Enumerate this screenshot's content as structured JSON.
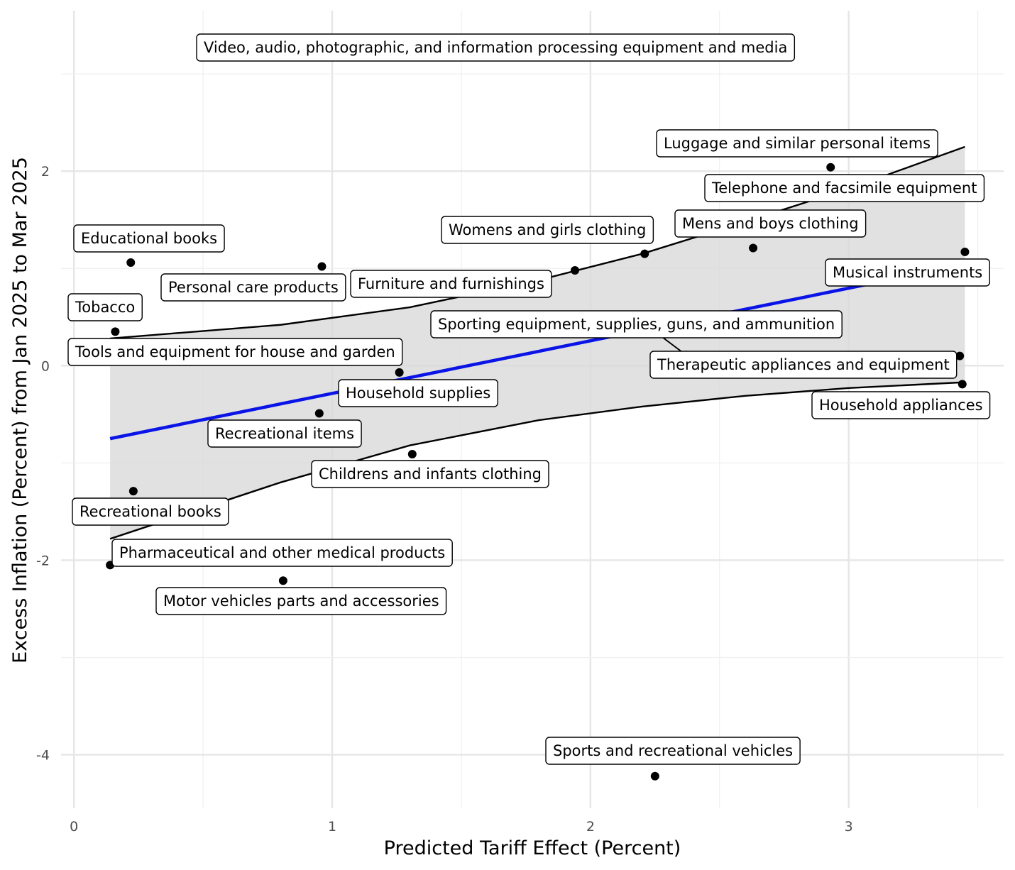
{
  "chart_data": {
    "type": "scatter",
    "xlabel": "Predicted Tariff Effect (Percent)",
    "ylabel": "Excess Inflation (Percent) from Jan 2025 to Mar 2025",
    "xlim": [
      -0.05,
      3.6
    ],
    "ylim": [
      -4.55,
      3.65
    ],
    "x_ticks": [
      0,
      1,
      2,
      3
    ],
    "y_ticks": [
      -4,
      -2,
      0,
      2
    ],
    "grid": true,
    "points": [
      {
        "label": "Video, audio, photographic, and information processing equipment and media",
        "x": 2.7,
        "y": 3.27
      },
      {
        "label": "Luggage and similar personal items",
        "x": 2.93,
        "y": 2.04
      },
      {
        "label": "Telephone and facsimile equipment",
        "x": 3.3,
        "y": 1.91
      },
      {
        "label": "Educational books",
        "x": 0.22,
        "y": 1.06
      },
      {
        "label": "Personal care products",
        "x": 0.96,
        "y": 1.02
      },
      {
        "label": "Womens and girls clothing",
        "x": 2.21,
        "y": 1.15
      },
      {
        "label": "Mens and boys clothing",
        "x": 2.63,
        "y": 1.21
      },
      {
        "label": "Musical instruments",
        "x": 3.45,
        "y": 1.17
      },
      {
        "label": "Furniture and furnishings",
        "x": 1.94,
        "y": 0.98
      },
      {
        "label": "Tobacco",
        "x": 0.16,
        "y": 0.35
      },
      {
        "label": "Tools and equipment for house and garden",
        "x": 1.19,
        "y": 0.17
      },
      {
        "label": "Sporting equipment, supplies, guns, and ammunition",
        "x": 2.37,
        "y": 0.11
      },
      {
        "label": "Therapeutic appliances and equipment",
        "x": 3.43,
        "y": 0.1
      },
      {
        "label": "Household supplies",
        "x": 1.26,
        "y": -0.07
      },
      {
        "label": "Household appliances",
        "x": 3.44,
        "y": -0.19
      },
      {
        "label": "Recreational items",
        "x": 0.95,
        "y": -0.49
      },
      {
        "label": "Childrens and infants clothing",
        "x": 1.31,
        "y": -0.91
      },
      {
        "label": "Recreational books",
        "x": 0.23,
        "y": -1.29
      },
      {
        "label": "Pharmaceutical and other medical products",
        "x": 0.14,
        "y": -2.05
      },
      {
        "label": "Motor vehicles parts and accessories",
        "x": 0.81,
        "y": -2.21
      },
      {
        "label": "Sports and recreational vehicles",
        "x": 2.25,
        "y": -4.22
      }
    ],
    "trend": {
      "fit": [
        [
          0.14,
          -0.75
        ],
        [
          3.45,
          1.04
        ]
      ],
      "upper": [
        [
          0.14,
          0.28
        ],
        [
          0.8,
          0.42
        ],
        [
          1.3,
          0.6
        ],
        [
          1.8,
          0.88
        ],
        [
          2.2,
          1.15
        ],
        [
          2.6,
          1.48
        ],
        [
          3.0,
          1.82
        ],
        [
          3.45,
          2.25
        ]
      ],
      "lower": [
        [
          0.14,
          -1.78
        ],
        [
          0.8,
          -1.2
        ],
        [
          1.3,
          -0.82
        ],
        [
          1.8,
          -0.56
        ],
        [
          2.2,
          -0.42
        ],
        [
          2.6,
          -0.31
        ],
        [
          3.0,
          -0.23
        ],
        [
          3.45,
          -0.17
        ]
      ]
    }
  }
}
